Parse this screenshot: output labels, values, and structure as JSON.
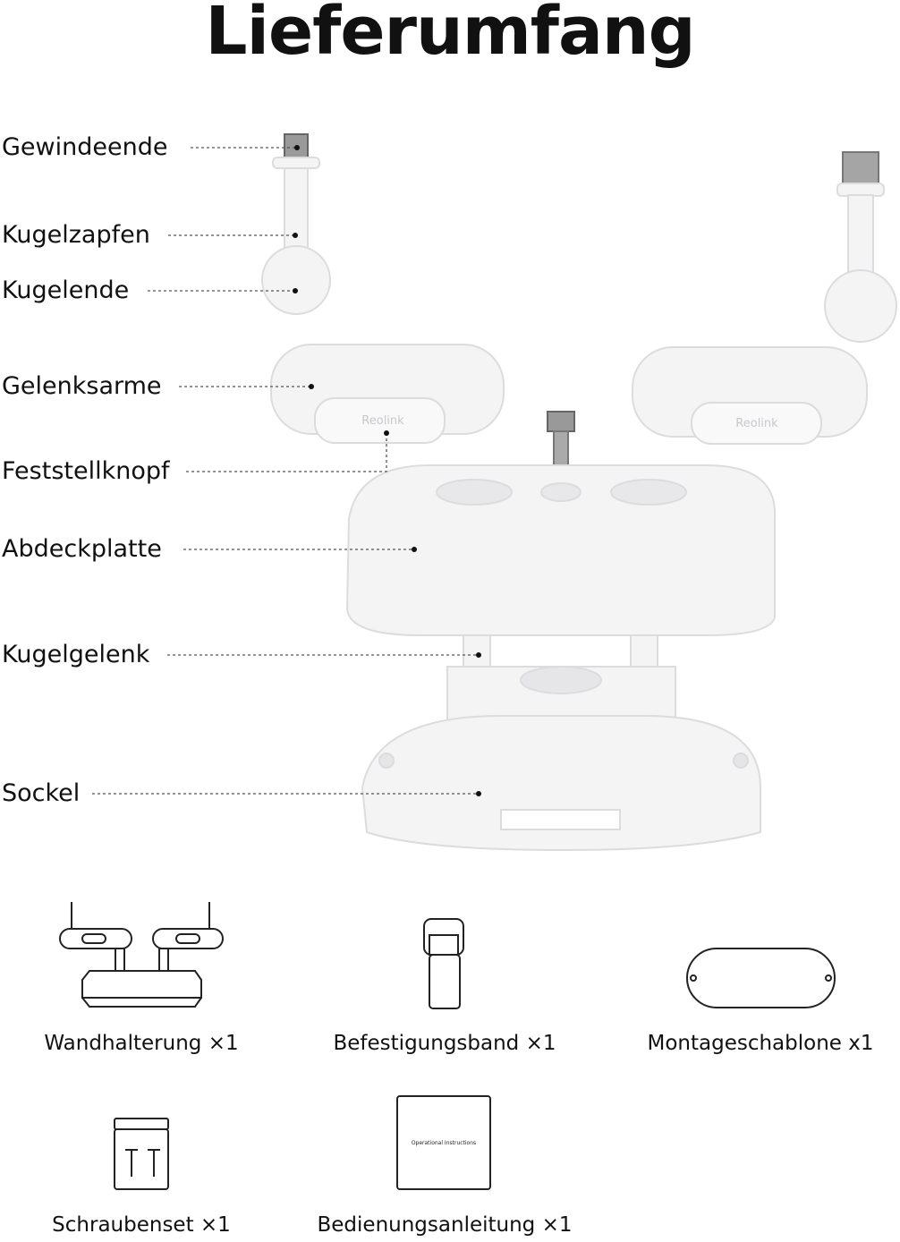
{
  "title": "Lieferumfang",
  "parts": [
    {
      "label": "Gewindeende"
    },
    {
      "label": "Kugelzapfen"
    },
    {
      "label": "Kugelende"
    },
    {
      "label": "Gelenksarme"
    },
    {
      "label": "Feststellknopf"
    },
    {
      "label": "Abdeckplatte"
    },
    {
      "label": "Kugelgelenk"
    },
    {
      "label": "Sockel"
    }
  ],
  "brand_mark": "Reolink",
  "manual_cover_text": "Operational Instructions",
  "contents": [
    {
      "label": "Wandhalterung ×1"
    },
    {
      "label": "Befestigungsband ×1"
    },
    {
      "label": "Montageschablone x1"
    },
    {
      "label": "Schraubenset ×1"
    },
    {
      "label": "Bedienungsanleitung ×1"
    }
  ]
}
